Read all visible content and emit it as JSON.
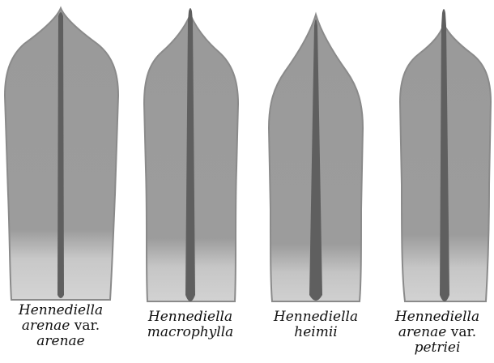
{
  "figure": {
    "colors": {
      "lamina_upper": "#9a9a9a",
      "lamina_edge": "#8a8a8a",
      "lamina_lower_hyaline": "#d2d2d2",
      "costa": "#5f5f5f",
      "background": "#ffffff",
      "text": "#111111"
    },
    "leaves": [
      {
        "id": "arenae-arenae",
        "caption_lines": [
          {
            "italic": "Hennediella",
            "roman": ""
          },
          {
            "italic": "arenae",
            "roman": " var."
          },
          {
            "italic": "arenae",
            "roman": ""
          }
        ]
      },
      {
        "id": "macrophylla",
        "caption_lines": [
          {
            "italic": "Hennediella",
            "roman": ""
          },
          {
            "italic": "macrophylla",
            "roman": ""
          }
        ]
      },
      {
        "id": "heimii",
        "caption_lines": [
          {
            "italic": "Hennediella",
            "roman": ""
          },
          {
            "italic": "heimii",
            "roman": ""
          }
        ]
      },
      {
        "id": "arenae-petriei",
        "caption_lines": [
          {
            "italic": "Hennediella",
            "roman": ""
          },
          {
            "italic": "arenae",
            "roman": " var."
          },
          {
            "italic": "petriei",
            "roman": ""
          }
        ]
      }
    ]
  }
}
